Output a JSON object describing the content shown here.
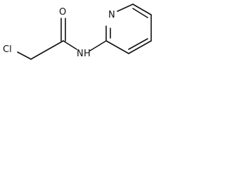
{
  "molecule": {
    "atoms": {
      "chlorine": "Cl",
      "oxygen": "O",
      "amide_nitrogen": "N",
      "amide_hydrogen": "H",
      "ring_nitrogen": "N"
    }
  }
}
